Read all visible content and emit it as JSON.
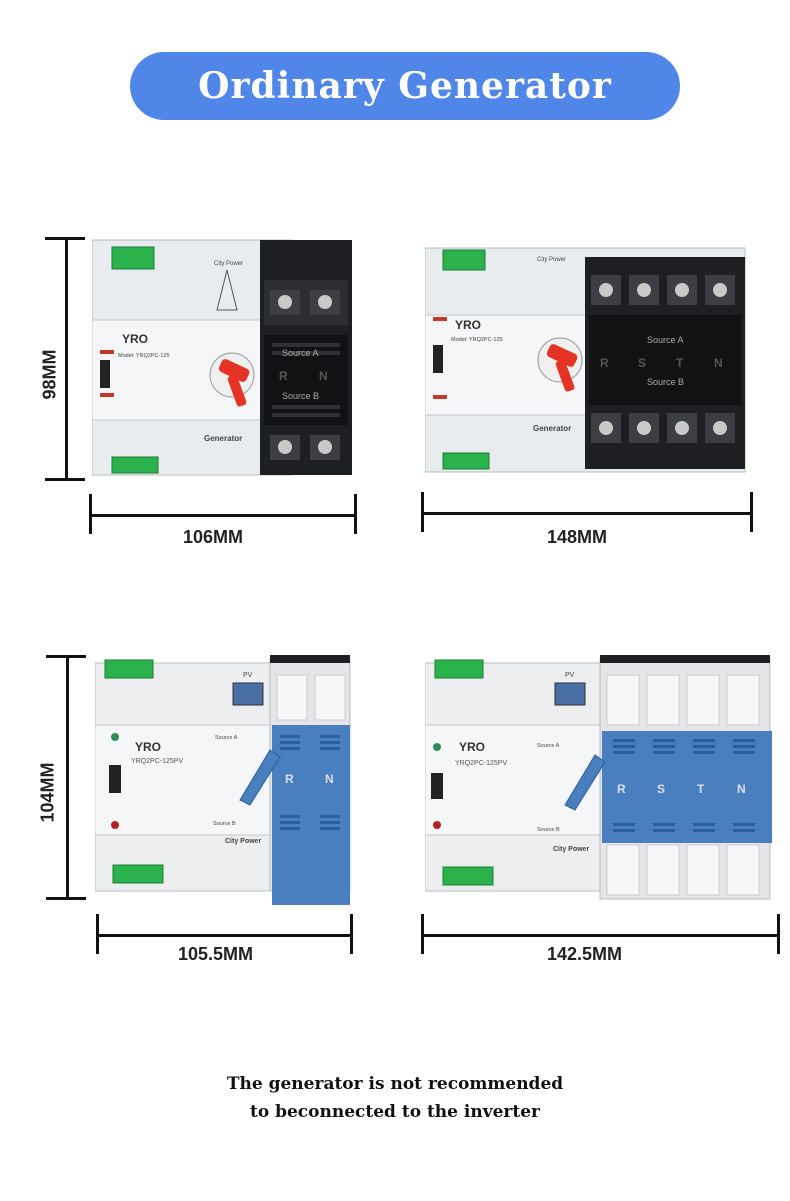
{
  "banner": {
    "title": "Ordinary Generator"
  },
  "products": [
    {
      "id": "2p-ac",
      "width_label": "106MM",
      "height_label": "98MM",
      "brand": "YRO",
      "model": "Model: YRQ2PC-125",
      "panel_top": "City Power",
      "panel_bottom": "Generator",
      "source_top": "Source A",
      "source_bottom": "Source B",
      "poles": [
        "R",
        "N"
      ]
    },
    {
      "id": "4p-ac",
      "width_label": "148MM",
      "brand": "YRO",
      "model": "Model: YRQ2PC-125",
      "panel_top": "City Power",
      "panel_bottom": "Generator",
      "source_top": "Source A",
      "source_bottom": "Source B",
      "poles": [
        "R",
        "S",
        "T",
        "N"
      ]
    },
    {
      "id": "2p-pv",
      "width_label": "105.5MM",
      "height_label": "104MM",
      "brand": "YRO",
      "model": "YRQ2PC-125PV",
      "panel_top": "PV",
      "panel_bottom": "City Power",
      "source_top": "Source A",
      "source_bottom": "Source B",
      "poles": [
        "R",
        "N"
      ]
    },
    {
      "id": "4p-pv",
      "width_label": "142.5MM",
      "brand": "YRO",
      "model": "YRQ2PC-125PV",
      "panel_top": "PV",
      "panel_bottom": "City Power",
      "source_top": "Source A",
      "source_bottom": "Source B",
      "poles": [
        "R",
        "S",
        "T",
        "N"
      ]
    }
  ],
  "footer": {
    "line1": "The generator is not recommended",
    "line2": "to beconnected to the inverter"
  }
}
